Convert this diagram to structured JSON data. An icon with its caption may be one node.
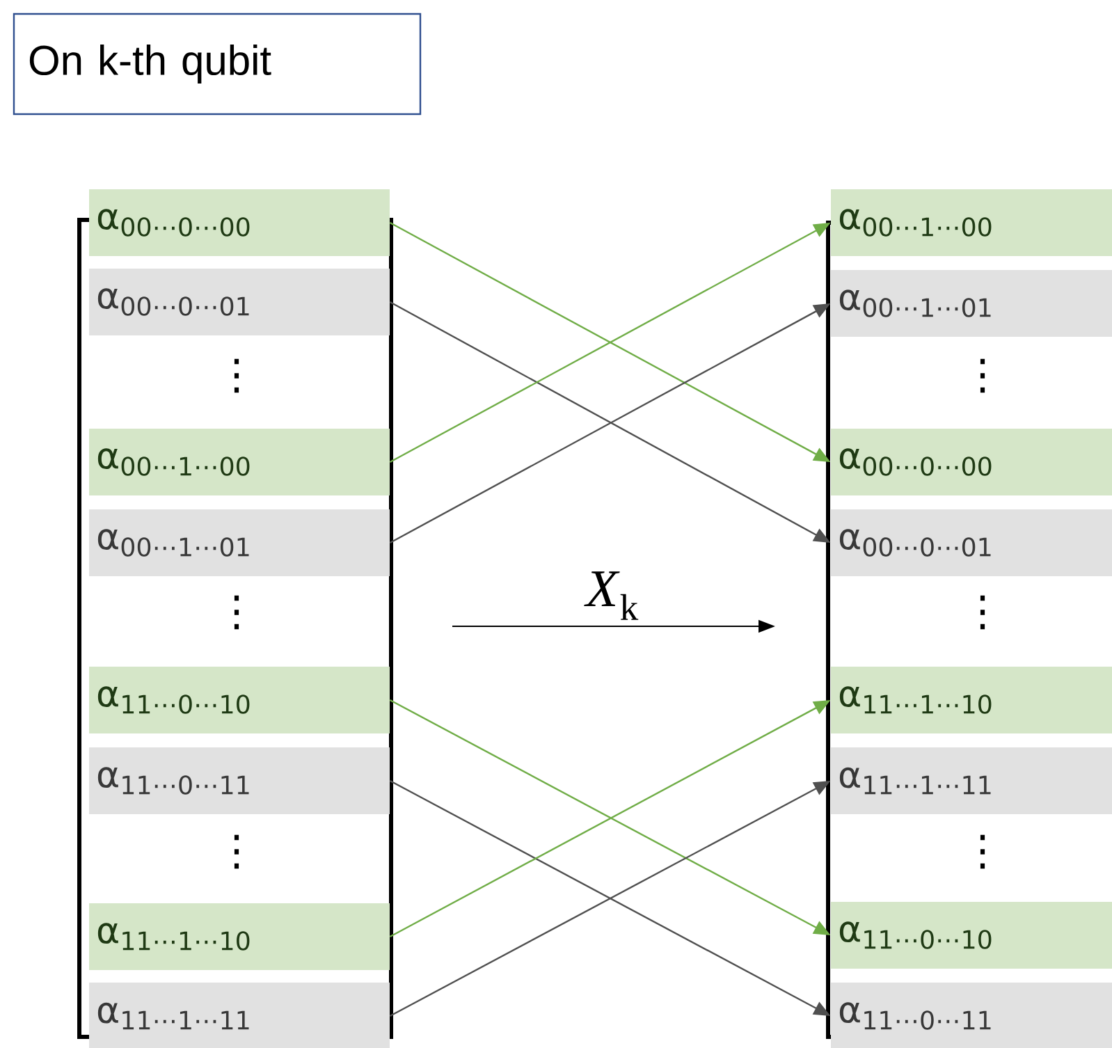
{
  "diagram": {
    "nodes": [
      {
        "text": [
          "On k-th qubit"
        ]
      },
      {
        "text": [
          "α$_{00⋯0⋯00}$"
        ]
      },
      {
        "text": [
          "α$_{00⋯0⋯01}$"
        ]
      },
      {
        "text": [
          "α$_{00⋯1⋯00}$"
        ]
      },
      {
        "text": [
          "α$_{00⋯1⋯01}$"
        ]
      },
      {
        "text": [
          "α$_{11⋯0⋯10}$"
        ]
      },
      {
        "text": [
          "α$_{11⋯0⋯11}$"
        ]
      },
      {
        "text": [
          "α$_{11⋯1⋯10}$"
        ]
      },
      {
        "text": [
          "α$_{11⋯1⋯11}$"
        ]
      },
      {
        "text": [
          "α$_{00⋯1⋯00}$"
        ]
      },
      {
        "text": [
          "α$_{00⋯1⋯01}$"
        ]
      },
      {
        "text": [
          "α$_{00⋯0⋯00}$"
        ]
      },
      {
        "text": [
          "α$_{00⋯0⋯01}$"
        ]
      },
      {
        "text": [
          "α$_{11⋯1⋯10}$"
        ]
      },
      {
        "text": [
          "α$_{11⋯1⋯11}$"
        ]
      },
      {
        "text": [
          "α$_{11⋯0⋯10}$"
        ]
      },
      {
        "text": [
          "α$_{11⋯0⋯11}$"
        ]
      }
    ],
    "edges": [
      {
        "from": 1,
        "to": 11,
        "arrow": "to",
        "color": "#70ad47"
      },
      {
        "from": 2,
        "to": 12,
        "arrow": "to",
        "color": "#505050"
      },
      {
        "from": 3,
        "to": 9,
        "arrow": "to",
        "color": "#70ad47"
      },
      {
        "from": 4,
        "to": 10,
        "arrow": "to",
        "color": "#505050"
      },
      {
        "from": 5,
        "to": 15,
        "arrow": "to",
        "color": "#70ad47"
      },
      {
        "from": 6,
        "to": 16,
        "arrow": "to",
        "color": "#505050"
      },
      {
        "from": 7,
        "to": 13,
        "arrow": "to",
        "color": "#70ad47"
      },
      {
        "from": 8,
        "to": 14,
        "arrow": "to",
        "color": "#505050"
      }
    ],
    "labels": [
      "⋮",
      "⋮",
      "⋮",
      "*X*$_{k}$",
      "⋮",
      "⋮",
      "⋮"
    ]
  }
}
